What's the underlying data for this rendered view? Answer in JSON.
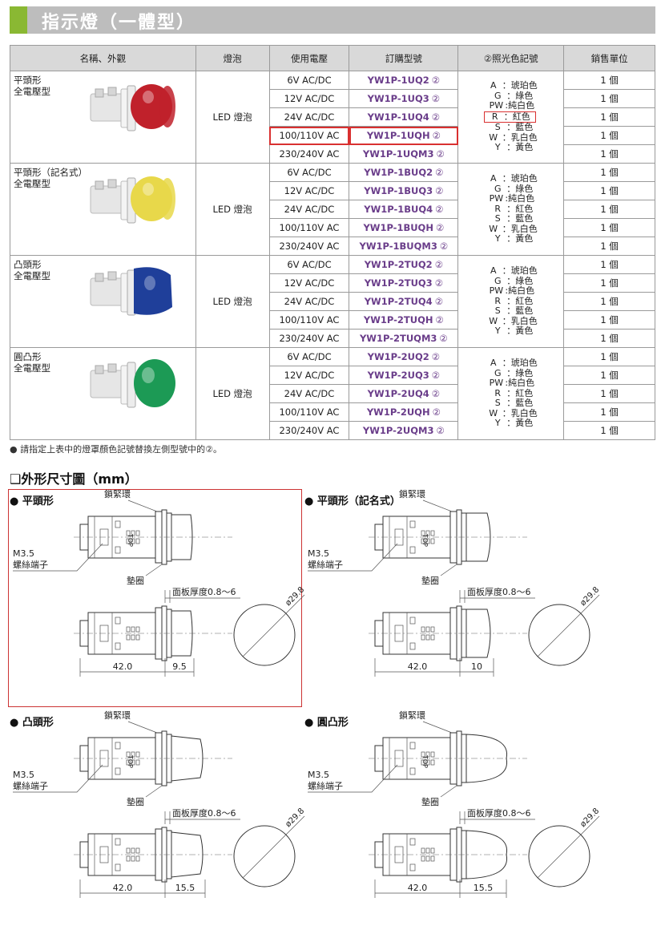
{
  "header": {
    "title": "指示燈（一體型）"
  },
  "table": {
    "headers": [
      "名稱、外觀",
      "燈泡",
      "使用電壓",
      "訂購型號",
      "②照光色記號",
      "銷售單位"
    ],
    "circle_mark": "②",
    "groups": [
      {
        "name_lines": [
          "平頭形",
          "全電壓型"
        ],
        "lamp_color": "#c0212b",
        "bulb": "LED 燈泡",
        "rows": [
          {
            "voltage": "6V AC/DC",
            "model": "YW1P-1UQ2",
            "unit": "1 個"
          },
          {
            "voltage": "12V AC/DC",
            "model": "YW1P-1UQ3",
            "unit": "1 個"
          },
          {
            "voltage": "24V AC/DC",
            "model": "YW1P-1UQ4",
            "unit": "1 個"
          },
          {
            "voltage": "100/110V AC",
            "model": "YW1P-1UQH",
            "unit": "1 個"
          },
          {
            "voltage": "230/240V AC",
            "model": "YW1P-1UQM3",
            "unit": "1 個"
          }
        ]
      },
      {
        "name_lines": [
          "平頭形（記名式）",
          "全電壓型"
        ],
        "lamp_color": "#e8d84a",
        "bulb": "LED 燈泡",
        "rows": [
          {
            "voltage": "6V AC/DC",
            "model": "YW1P-1BUQ2",
            "unit": "1 個"
          },
          {
            "voltage": "12V AC/DC",
            "model": "YW1P-1BUQ3",
            "unit": "1 個"
          },
          {
            "voltage": "24V AC/DC",
            "model": "YW1P-1BUQ4",
            "unit": "1 個"
          },
          {
            "voltage": "100/110V AC",
            "model": "YW1P-1BUQH",
            "unit": "1 個"
          },
          {
            "voltage": "230/240V AC",
            "model": "YW1P-1BUQM3",
            "unit": "1 個"
          }
        ]
      },
      {
        "name_lines": [
          "凸頭形",
          "全電壓型"
        ],
        "lamp_color": "#1f3f9a",
        "bulb": "LED 燈泡",
        "rows": [
          {
            "voltage": "6V AC/DC",
            "model": "YW1P-2TUQ2",
            "unit": "1 個"
          },
          {
            "voltage": "12V AC/DC",
            "model": "YW1P-2TUQ3",
            "unit": "1 個"
          },
          {
            "voltage": "24V AC/DC",
            "model": "YW1P-2TUQ4",
            "unit": "1 個"
          },
          {
            "voltage": "100/110V AC",
            "model": "YW1P-2TUQH",
            "unit": "1 個"
          },
          {
            "voltage": "230/240V AC",
            "model": "YW1P-2TUQM3",
            "unit": "1 個"
          }
        ]
      },
      {
        "name_lines": [
          "圓凸形",
          "全電壓型"
        ],
        "lamp_color": "#1c9a55",
        "bulb": "LED 燈泡",
        "rows": [
          {
            "voltage": "6V AC/DC",
            "model": "YW1P-2UQ2",
            "unit": "1 個"
          },
          {
            "voltage": "12V AC/DC",
            "model": "YW1P-2UQ3",
            "unit": "1 個"
          },
          {
            "voltage": "24V AC/DC",
            "model": "YW1P-2UQ4",
            "unit": "1 個"
          },
          {
            "voltage": "100/110V AC",
            "model": "YW1P-2UQH",
            "unit": "1 個"
          },
          {
            "voltage": "230/240V AC",
            "model": "YW1P-2UQM3",
            "unit": "1 個"
          }
        ]
      }
    ],
    "color_codes": [
      {
        "key": "A",
        "label": "：琥珀色"
      },
      {
        "key": "G",
        "label": "：綠色"
      },
      {
        "key": "PW",
        "label": ":純白色"
      },
      {
        "key": "R",
        "label": "：紅色"
      },
      {
        "key": "S",
        "label": "：藍色"
      },
      {
        "key": "W",
        "label": "：乳白色"
      },
      {
        "key": "Y",
        "label": "：黃色"
      }
    ]
  },
  "footnote": "● 請指定上表中的燈罩顏色記號替換左側型號中的②。",
  "dimensions": {
    "section_title": "❑外形尺寸圖（mm）",
    "drawings": [
      {
        "label": "● 平頭形",
        "ring": "鎖緊環",
        "terminal1": "M3.5",
        "terminal2": "螺絲端子",
        "washer": "墊圈",
        "panel": "面板厚度0.8～6",
        "diameter": "ø29.8",
        "len": "42.0",
        "head": "9.5",
        "top_mark": "TOP"
      },
      {
        "label": "● 平頭形（記名式）",
        "ring": "鎖緊環",
        "terminal1": "M3.5",
        "terminal2": "螺絲端子",
        "washer": "墊圈",
        "panel": "面板厚度0.8～6",
        "diameter": "ø29.8",
        "len": "42.0",
        "head": "10",
        "top_mark": "TOP"
      },
      {
        "label": "● 凸頭形",
        "ring": "鎖緊環",
        "terminal1": "M3.5",
        "terminal2": "螺絲端子",
        "washer": "墊圈",
        "panel": "面板厚度0.8～6",
        "diameter": "ø29.8",
        "len": "42.0",
        "head": "15.5",
        "top_mark": "TOP"
      },
      {
        "label": "● 圓凸形",
        "ring": "鎖緊環",
        "terminal1": "M3.5",
        "terminal2": "螺絲端子",
        "washer": "墊圈",
        "panel": "面板厚度0.8～6",
        "diameter": "ø29.8",
        "len": "42.0",
        "head": "15.5",
        "top_mark": "TOP"
      }
    ]
  }
}
